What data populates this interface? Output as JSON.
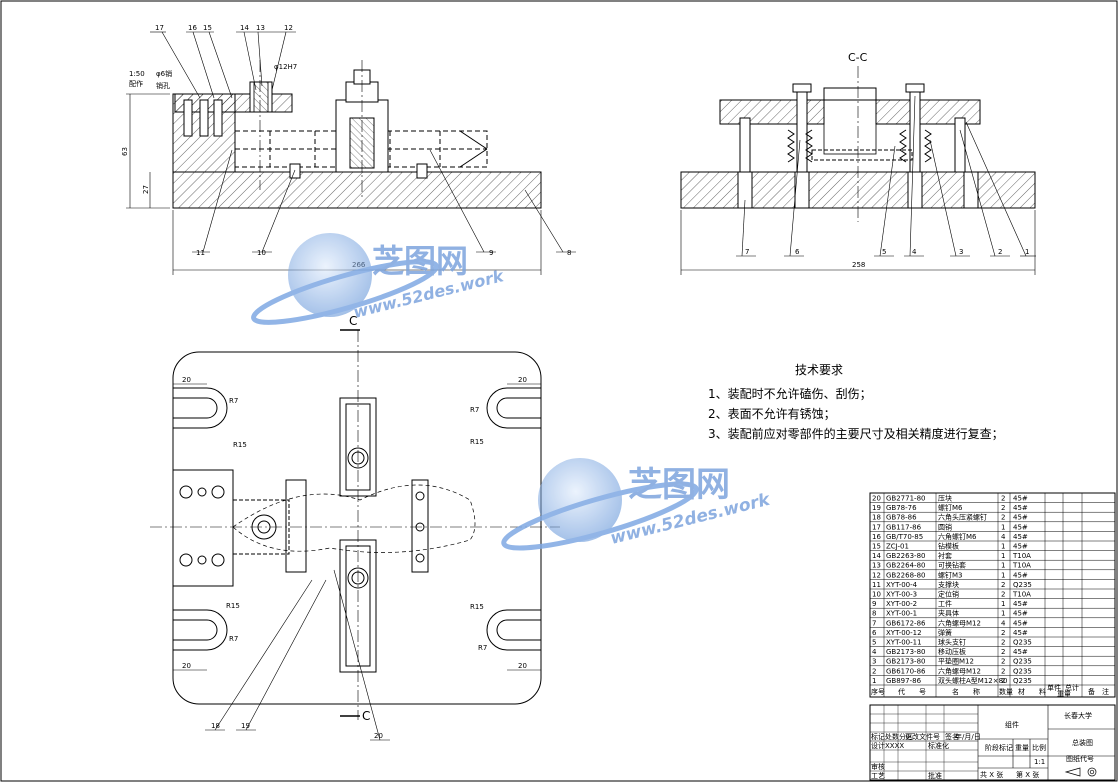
{
  "section_label": "C-C",
  "section_markers": [
    "C",
    "C"
  ],
  "front_view": {
    "dimensions": [
      "63",
      "27",
      "266"
    ],
    "notes": [
      "1:50",
      "φ6销",
      "配作",
      "销孔",
      "φ12H7"
    ],
    "balloons": [
      "17",
      "16",
      "15",
      "14",
      "13",
      "12",
      "11",
      "10",
      "9",
      "8"
    ]
  },
  "side_view": {
    "dimensions": [
      "258"
    ],
    "balloons": [
      "7",
      "6",
      "5",
      "4",
      "3",
      "2",
      "1"
    ]
  },
  "plan_view": {
    "dimensions": [
      "20",
      "20",
      "20",
      "20"
    ],
    "radii": [
      "R7",
      "R15",
      "R7",
      "R15",
      "R15",
      "R7",
      "R15",
      "R7"
    ],
    "balloons": [
      "18",
      "19",
      "20"
    ]
  },
  "tech_requirements": {
    "title": "技术要求",
    "items": [
      "1、装配时不允许磕伤、刮伤；",
      "2、表面不允许有锈蚀；",
      "3、装配前应对零部件的主要尺寸及相关精度进行复查；"
    ]
  },
  "bom": {
    "rows": [
      {
        "no": "20",
        "code": "GB2771-80",
        "name": "压块",
        "qty": "2",
        "mat": "45#"
      },
      {
        "no": "19",
        "code": "GB78-76",
        "name": "螺钉M6",
        "qty": "2",
        "mat": "45#"
      },
      {
        "no": "18",
        "code": "GB78-86",
        "name": "六角头压紧螺钉",
        "qty": "2",
        "mat": "45#"
      },
      {
        "no": "17",
        "code": "GB117-86",
        "name": "圆销",
        "qty": "1",
        "mat": "45#"
      },
      {
        "no": "16",
        "code": "GB/T70-85",
        "name": "六角螺钉M6",
        "qty": "4",
        "mat": "45#"
      },
      {
        "no": "15",
        "code": "ZCJ-01",
        "name": "钻模板",
        "qty": "1",
        "mat": "45#"
      },
      {
        "no": "14",
        "code": "GB2263-80",
        "name": "衬套",
        "qty": "1",
        "mat": "T10A"
      },
      {
        "no": "13",
        "code": "GB2264-80",
        "name": "可换钻套",
        "qty": "1",
        "mat": "T10A"
      },
      {
        "no": "12",
        "code": "GB2268-80",
        "name": "螺钉M3",
        "qty": "1",
        "mat": "45#"
      },
      {
        "no": "11",
        "code": "XYT-00-4",
        "name": "支撑块",
        "qty": "2",
        "mat": "Q235"
      },
      {
        "no": "10",
        "code": "XYT-00-3",
        "name": "定位销",
        "qty": "2",
        "mat": "T10A"
      },
      {
        "no": "9",
        "code": "XYT-00-2",
        "name": "工件",
        "qty": "1",
        "mat": "45#"
      },
      {
        "no": "8",
        "code": "XYT-00-1",
        "name": "夹具体",
        "qty": "1",
        "mat": "45#"
      },
      {
        "no": "7",
        "code": "GB6172-86",
        "name": "六角螺母M12",
        "qty": "4",
        "mat": "45#"
      },
      {
        "no": "6",
        "code": "XYT-00-12",
        "name": "弹簧",
        "qty": "2",
        "mat": "45#"
      },
      {
        "no": "5",
        "code": "XYT-00-11",
        "name": "球头支钉",
        "qty": "2",
        "mat": "Q235"
      },
      {
        "no": "4",
        "code": "GB2173-80",
        "name": "移动压板",
        "qty": "2",
        "mat": "45#"
      },
      {
        "no": "3",
        "code": "GB2173-80",
        "name": "平垫圈M12",
        "qty": "2",
        "mat": "Q235"
      },
      {
        "no": "2",
        "code": "GB6170-86",
        "name": "六角螺母M12",
        "qty": "2",
        "mat": "Q235"
      },
      {
        "no": "1",
        "code": "GB897-86",
        "name": "双头螺柱A型M12×80",
        "qty": "2",
        "mat": "Q235"
      }
    ],
    "header": {
      "no": "序号",
      "code": "代　　号",
      "name": "名　　称",
      "qty": "数量",
      "mat": "材　　料",
      "single_weight": "单件",
      "total_weight": "总计",
      "weight": "重量",
      "remark": "备　注"
    }
  },
  "title_block": {
    "company": "长春大学",
    "part_name": "组件",
    "drawing_type": "总装图",
    "drawing_code": "图纸代号",
    "scale": "1:1",
    "labels": {
      "stage": "阶段标记",
      "weight": "重量",
      "scale": "比例",
      "mark": "标记",
      "count": "处数",
      "zone": "分区",
      "change_no": "更改文件号",
      "sign": "签名",
      "date": "年/月/日",
      "design": "设计",
      "design_name": "XXXX",
      "standard": "标准化",
      "review": "审核",
      "process": "工艺",
      "approve": "批准",
      "sheets_total": "共 X 张",
      "sheet_no": "第 X 张"
    }
  },
  "watermark": {
    "brand": "芝图网",
    "url": "www.52des.work"
  },
  "colors": {
    "line": "#000000",
    "watermark_blue": "#5b8fd6",
    "watermark_light": "#a9c6ee"
  }
}
